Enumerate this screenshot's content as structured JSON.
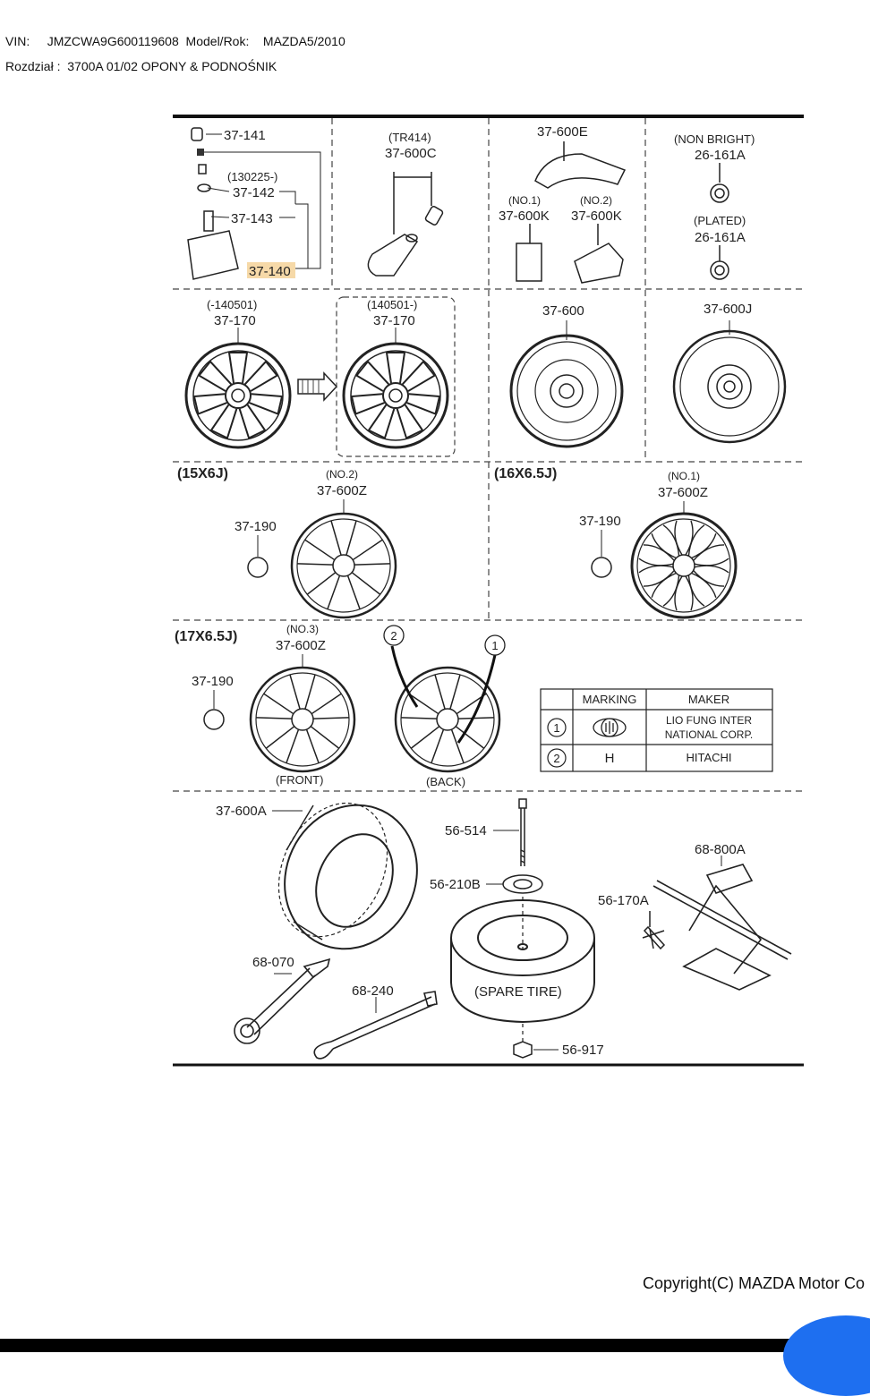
{
  "header": {
    "vin_label": "VIN:",
    "vin": "JMZCWA9G600119608",
    "model_label": "Model/Rok:",
    "model": "MAZDA5/2010",
    "section_label": "Rozdział :",
    "section": "3700A 01/02 OPONY & PODNOŚNIK"
  },
  "labels": {
    "p37_141": "37-141",
    "p130225": "(130225-)",
    "p37_142": "37-142",
    "p37_143": "37-143",
    "p37_140": "37-140",
    "tr414": "(TR414)",
    "p37_600C": "37-600C",
    "p37_600E": "37-600E",
    "no1": "(NO.1)",
    "no2": "(NO.2)",
    "p37_600K_1": "37-600K",
    "p37_600K_2": "37-600K",
    "non_bright": "(NON BRIGHT)",
    "p26_161A_1": "26-161A",
    "plated": "(PLATED)",
    "p26_161A_2": "26-161A",
    "m140501": "(-140501)",
    "p37_170_a": "37-170",
    "p140501": "(140501-)",
    "p37_170_b": "37-170",
    "p37_600": "37-600",
    "p37_600J": "37-600J",
    "size_15": "(15X6J)",
    "no2_z": "(NO.2)",
    "p37_600Z_a": "37-600Z",
    "p37_190_a": "37-190",
    "size_16": "(16X6.5J)",
    "no1_z": "(NO.1)",
    "p37_600Z_b": "37-600Z",
    "p37_190_b": "37-190",
    "size_17": "(17X6.5J)",
    "no3_z": "(NO.3)",
    "p37_600Z_c": "37-600Z",
    "p37_190_c": "37-190",
    "front": "(FRONT)",
    "back": "(BACK)",
    "circ2": "2",
    "circ1": "1",
    "p37_600A": "37-600A",
    "p56_514": "56-514",
    "p56_210B": "56-210B",
    "p56_170A": "56-170A",
    "p68_800A": "68-800A",
    "p68_070": "68-070",
    "p68_240": "68-240",
    "spare": "(SPARE TIRE)",
    "p56_917": "56-917"
  },
  "legend": {
    "col_marking": "MARKING",
    "col_maker": "MAKER",
    "rows": [
      {
        "num": "1",
        "marking": "",
        "maker_line1": "LIO FUNG INTER",
        "maker_line2": "NATIONAL CORP."
      },
      {
        "num": "2",
        "marking": "H",
        "maker_line1": "HITACHI",
        "maker_line2": ""
      }
    ]
  },
  "footer": {
    "copyright": "Copyright(C) MAZDA Motor Co"
  },
  "colors": {
    "highlight": "#f6d9a8",
    "fab": "#1e6ff0"
  }
}
